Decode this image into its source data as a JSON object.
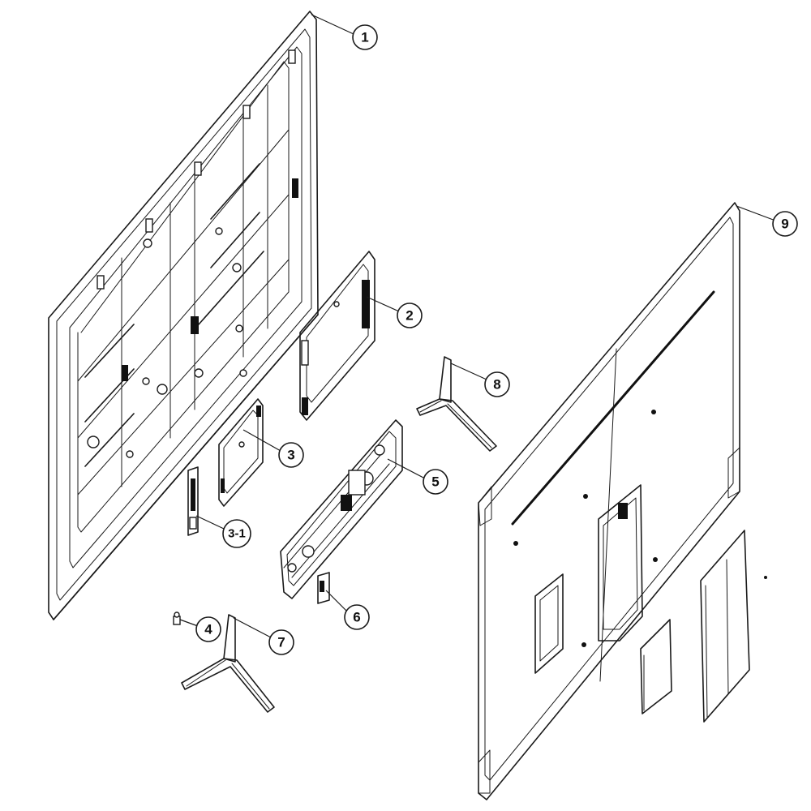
{
  "callouts": [
    {
      "id": "1",
      "label": "1"
    },
    {
      "id": "2",
      "label": "2"
    },
    {
      "id": "3",
      "label": "3"
    },
    {
      "id": "3-1",
      "label": "3-1"
    },
    {
      "id": "4",
      "label": "4"
    },
    {
      "id": "5",
      "label": "5"
    },
    {
      "id": "6",
      "label": "6"
    },
    {
      "id": "7",
      "label": "7"
    },
    {
      "id": "8",
      "label": "8"
    },
    {
      "id": "9",
      "label": "9"
    }
  ]
}
